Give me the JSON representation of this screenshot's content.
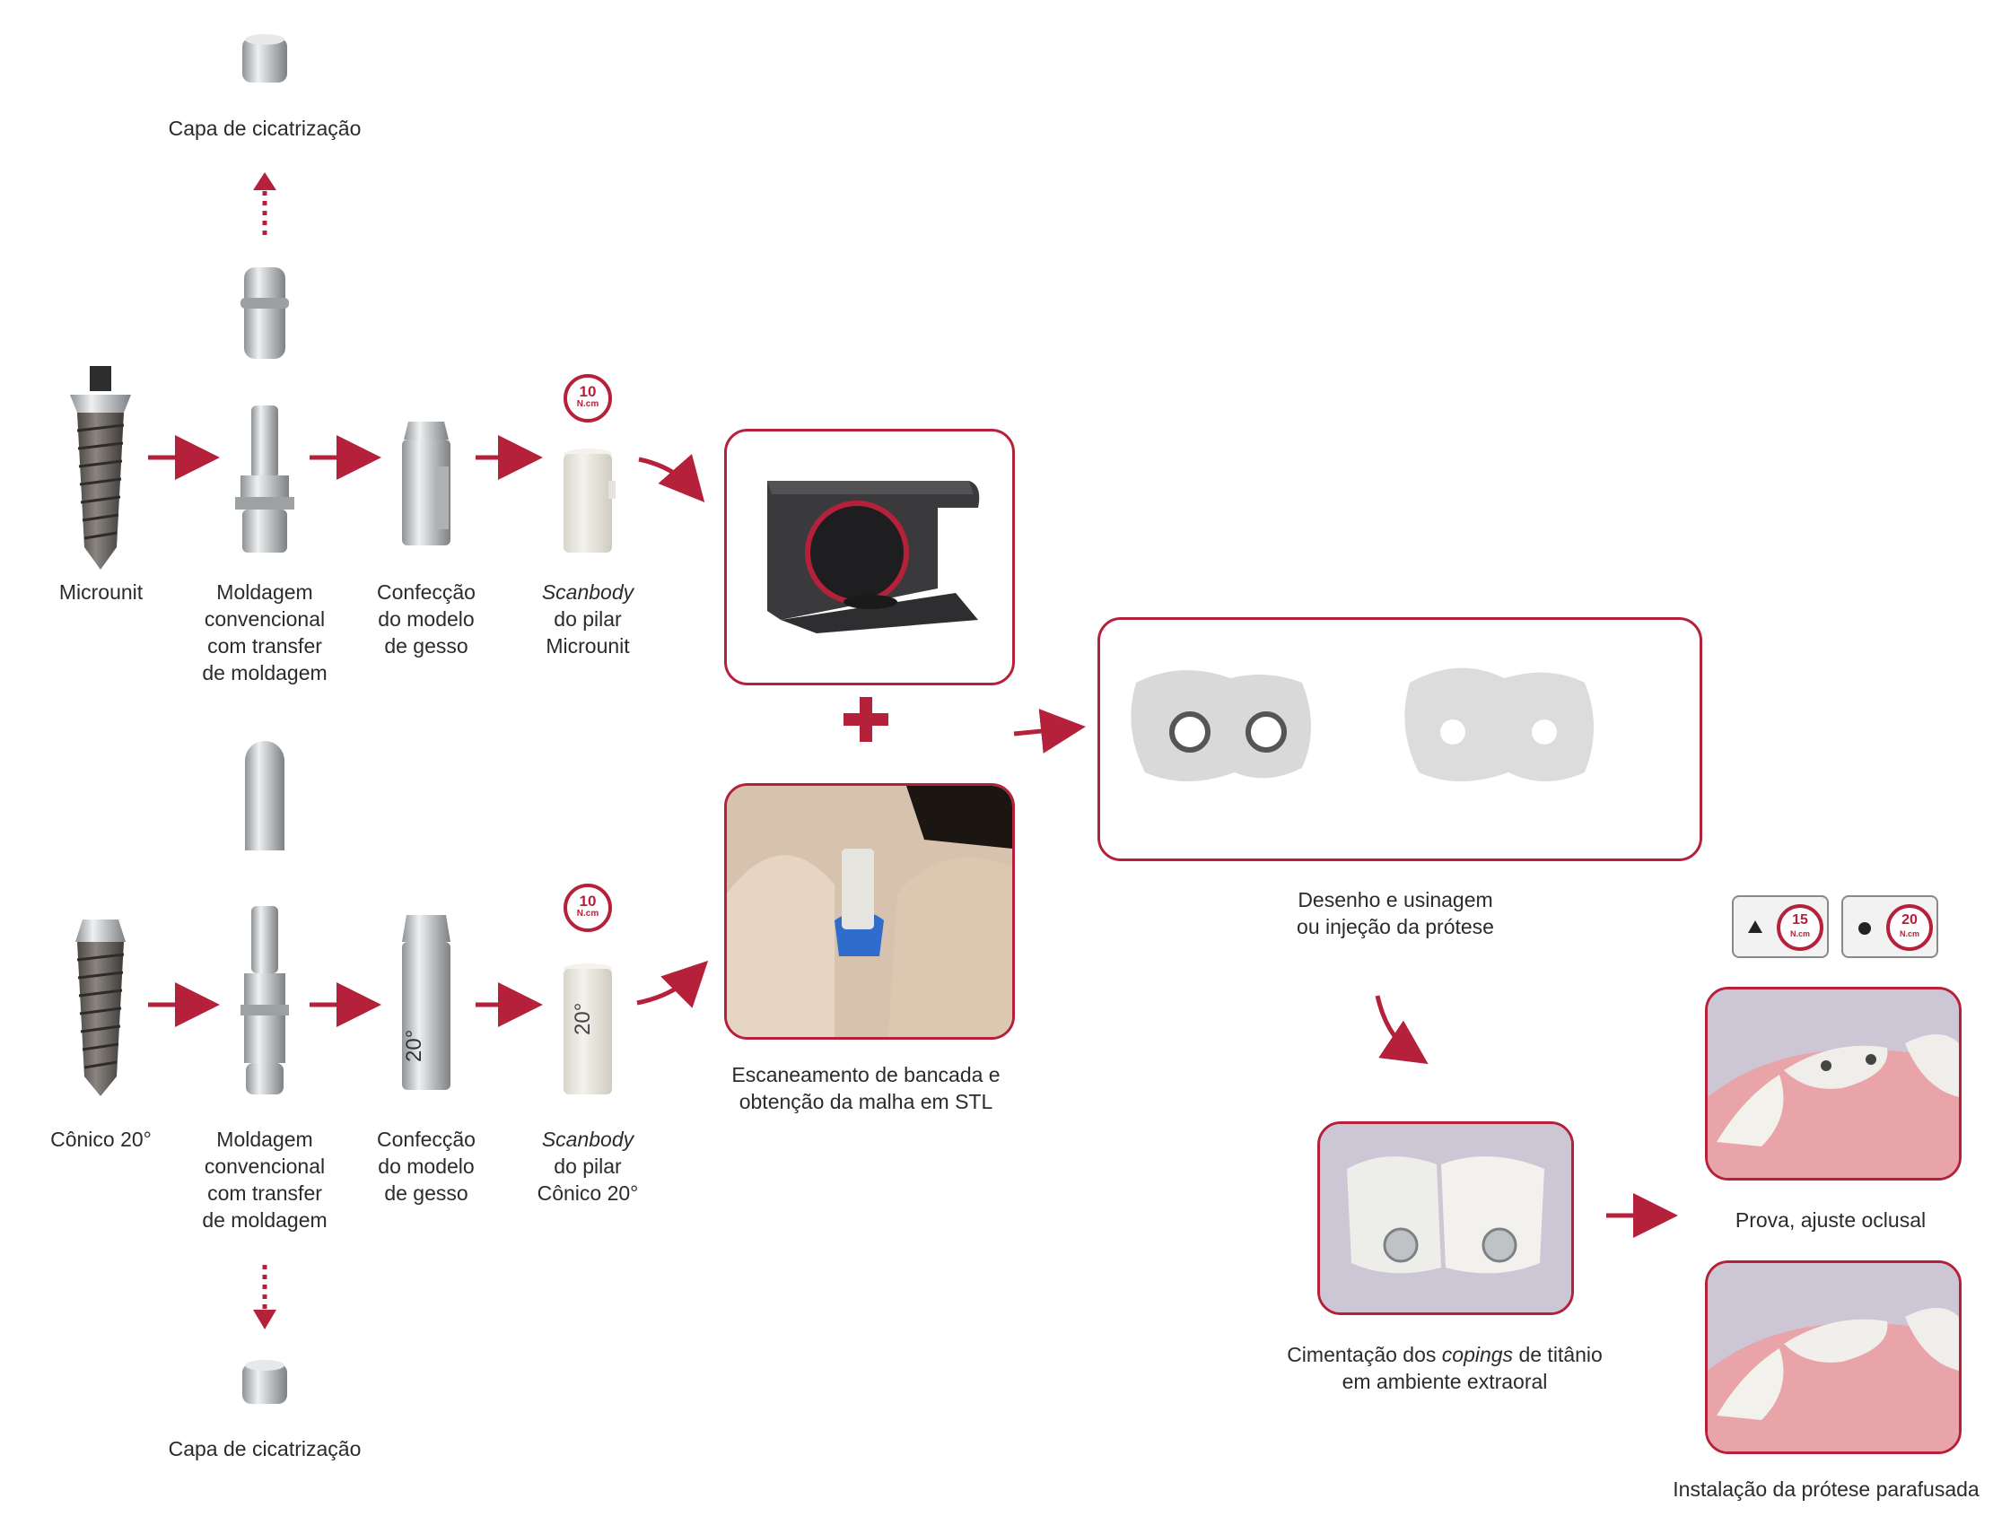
{
  "colors": {
    "accent": "#b5213a",
    "text": "#2b2b2b",
    "metal": "#c9ccce",
    "scanbody": "#e8e6df"
  },
  "top_row": {
    "healing_cap_label": "Capa de cicatrização",
    "implant_label": "Microunit",
    "molding_label": [
      "Moldagem",
      "convencional",
      "com transfer",
      "de moldagem"
    ],
    "model_label": [
      "Confecção",
      "do modelo",
      "de gesso"
    ],
    "scanbody_label": {
      "italic": "Scanbody",
      "line2": "do pilar",
      "line3": "Microunit"
    },
    "torque": {
      "value": "10",
      "unit": "N.cm"
    }
  },
  "bottom_row": {
    "healing_cap_label": "Capa de cicatrização",
    "implant_label": "Cônico 20°",
    "molding_label": [
      "Moldagem",
      "convencional",
      "com transfer",
      "de moldagem"
    ],
    "model_label": [
      "Confecção",
      "do modelo",
      "de gesso"
    ],
    "model_engraving": "20°",
    "scanbody_engraving": "20°",
    "scanbody_label": {
      "italic": "Scanbody",
      "line2": "do pilar",
      "line3": "Cônico 20°"
    },
    "torque": {
      "value": "10",
      "unit": "N.cm"
    }
  },
  "center": {
    "plus": "+",
    "scan_label": [
      "Escaneamento de bancada e",
      "obtenção da malha em STL"
    ]
  },
  "design": {
    "label": [
      "Desenho e usinagem",
      "ou injeção da prótese"
    ]
  },
  "cement": {
    "label_prefix": "Cimentação dos ",
    "label_italic": "copings",
    "label_suffix": " de titânio",
    "label_line2": "em ambiente extraoral"
  },
  "final": {
    "torque_triangle": {
      "value": "15",
      "unit": "N.cm"
    },
    "torque_circle": {
      "value": "20",
      "unit": "N.cm"
    },
    "trial_label": "Prova, ajuste oclusal",
    "install_label": "Instalação da prótese parafusada"
  }
}
